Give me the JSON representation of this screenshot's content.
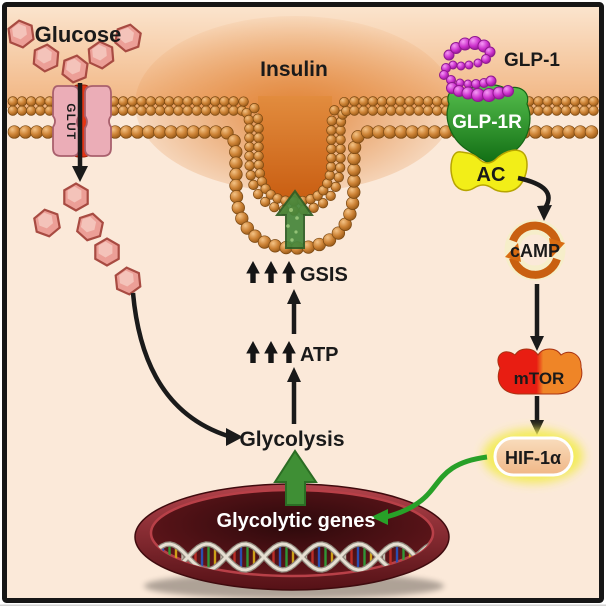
{
  "figure": {
    "title": "GLP-1 / glucose signaling pathway in a beta cell",
    "labels": {
      "glucose": "Glucose",
      "glut": "GLUT",
      "insulin": "Insulin",
      "glp1": "GLP-1",
      "glp1r": "GLP-1R",
      "ac": "AC",
      "camp": "cAMP",
      "mtor": "mTOR",
      "hif1a": "HIF-1α",
      "gsis": "GSIS",
      "atp": "ATP",
      "glycolysis": "Glycolysis",
      "glycolytic_genes": "Glycolytic genes"
    },
    "up_arrow_counts": {
      "gsis": 3,
      "atp": 3
    },
    "colors": {
      "frame": "#161616",
      "cytoplasm": "#fbe9d9",
      "extracellular_light": "#fbe4cd",
      "extracellular_orange": "#de7a28",
      "membrane_bead": "#cd8336",
      "glucose_hexagon": "#ec9f97",
      "glut_pink": "#ebadb7",
      "glut_channel": "#e33414",
      "glp1_bead": "#cb2fcb",
      "receptor_green": "#2f9e2f",
      "ac_yellow": "#f2ee18",
      "camp_orange": "#c96010",
      "mtor_red": "#e8190f",
      "mtor_orange": "#ef8424",
      "hif_glow_yellow": "#f3ec52",
      "hif_pill": "#f3c394",
      "green_arrow": "#3f8f35",
      "nucleus_maroon": "#8e2830",
      "arrow_black": "#1a1a1a",
      "genes_text_white": "#ffffff"
    }
  }
}
